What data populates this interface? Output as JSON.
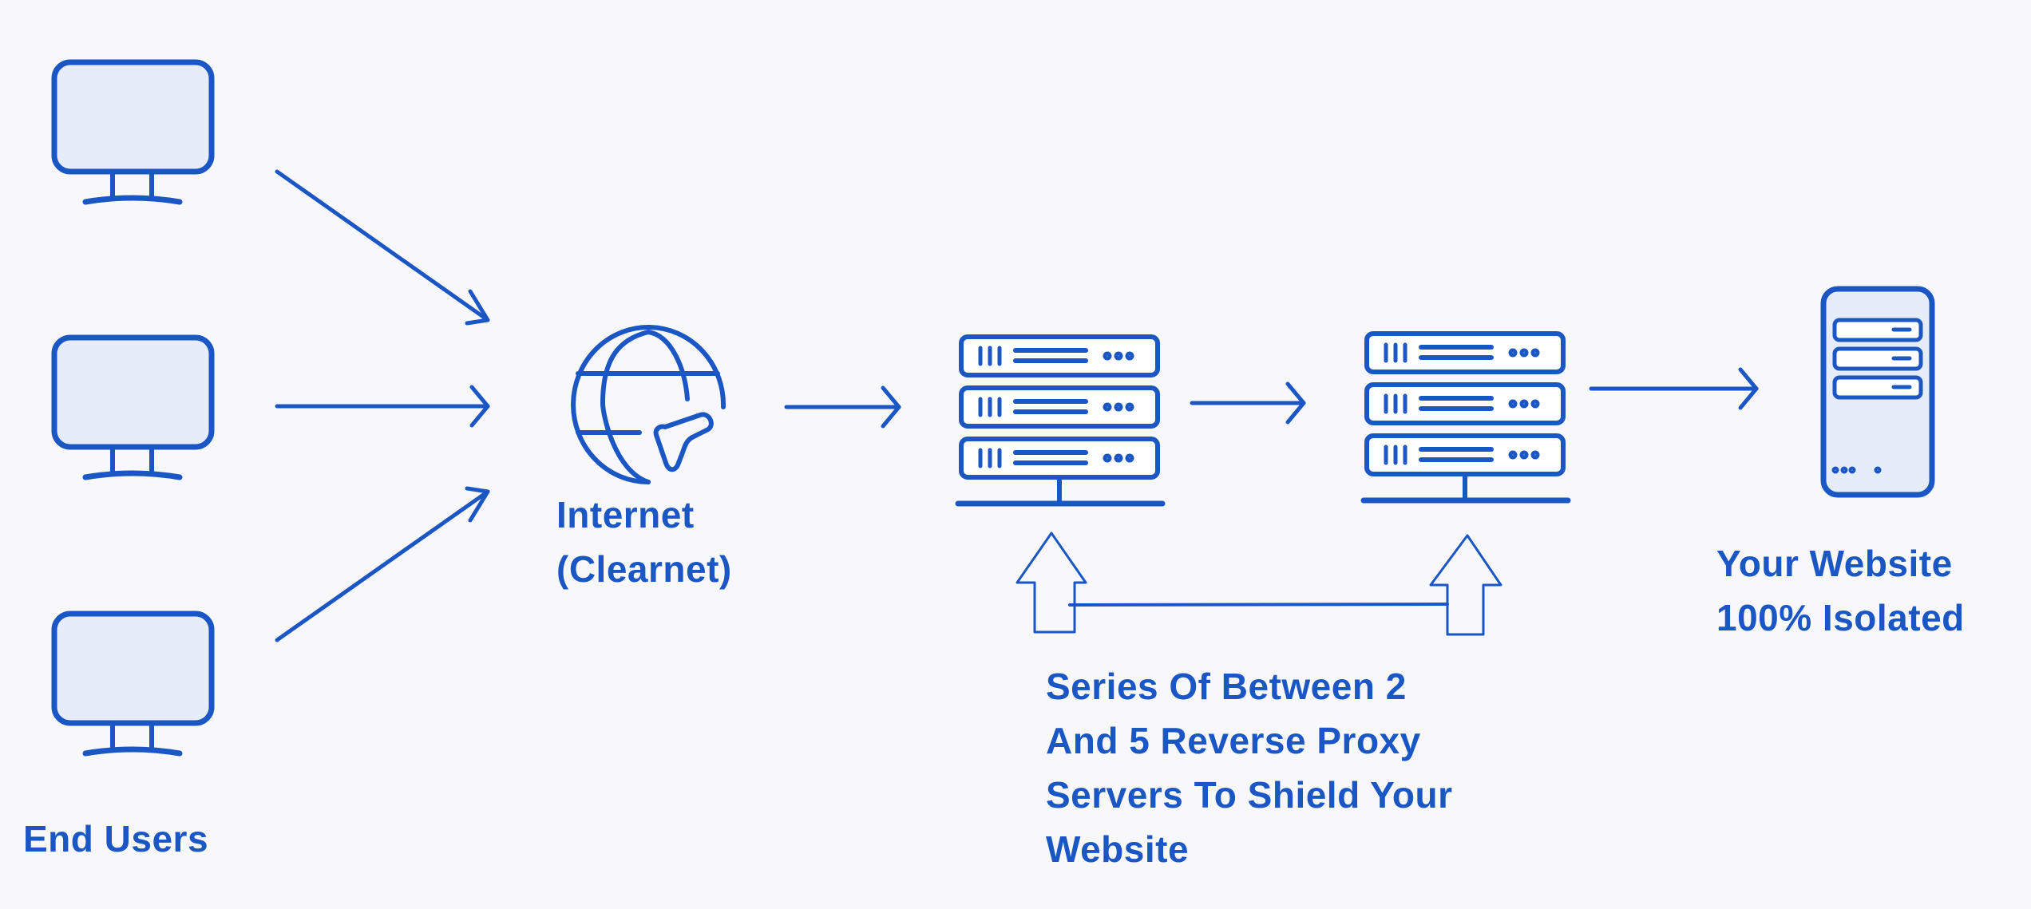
{
  "colors": {
    "stroke": "#1a56c4",
    "fill_light": "#e6edf9",
    "background": "#f8f8fa",
    "white": "#ffffff"
  },
  "nodes": {
    "end_users": {
      "icon": "monitor-icon",
      "count": 3,
      "label": "End Users"
    },
    "internet": {
      "icon": "globe-cursor-icon",
      "label_lines": [
        "Internet",
        "(Clearnet)"
      ]
    },
    "proxies": {
      "icon": "server-rack-icon",
      "count": 2,
      "label_lines": [
        "Series Of Between 2",
        "And 5 Reverse Proxy",
        "Servers To Shield Your",
        "Website"
      ]
    },
    "website": {
      "icon": "server-tower-icon",
      "label_lines": [
        "Your Website",
        "100% Isolated"
      ]
    }
  }
}
